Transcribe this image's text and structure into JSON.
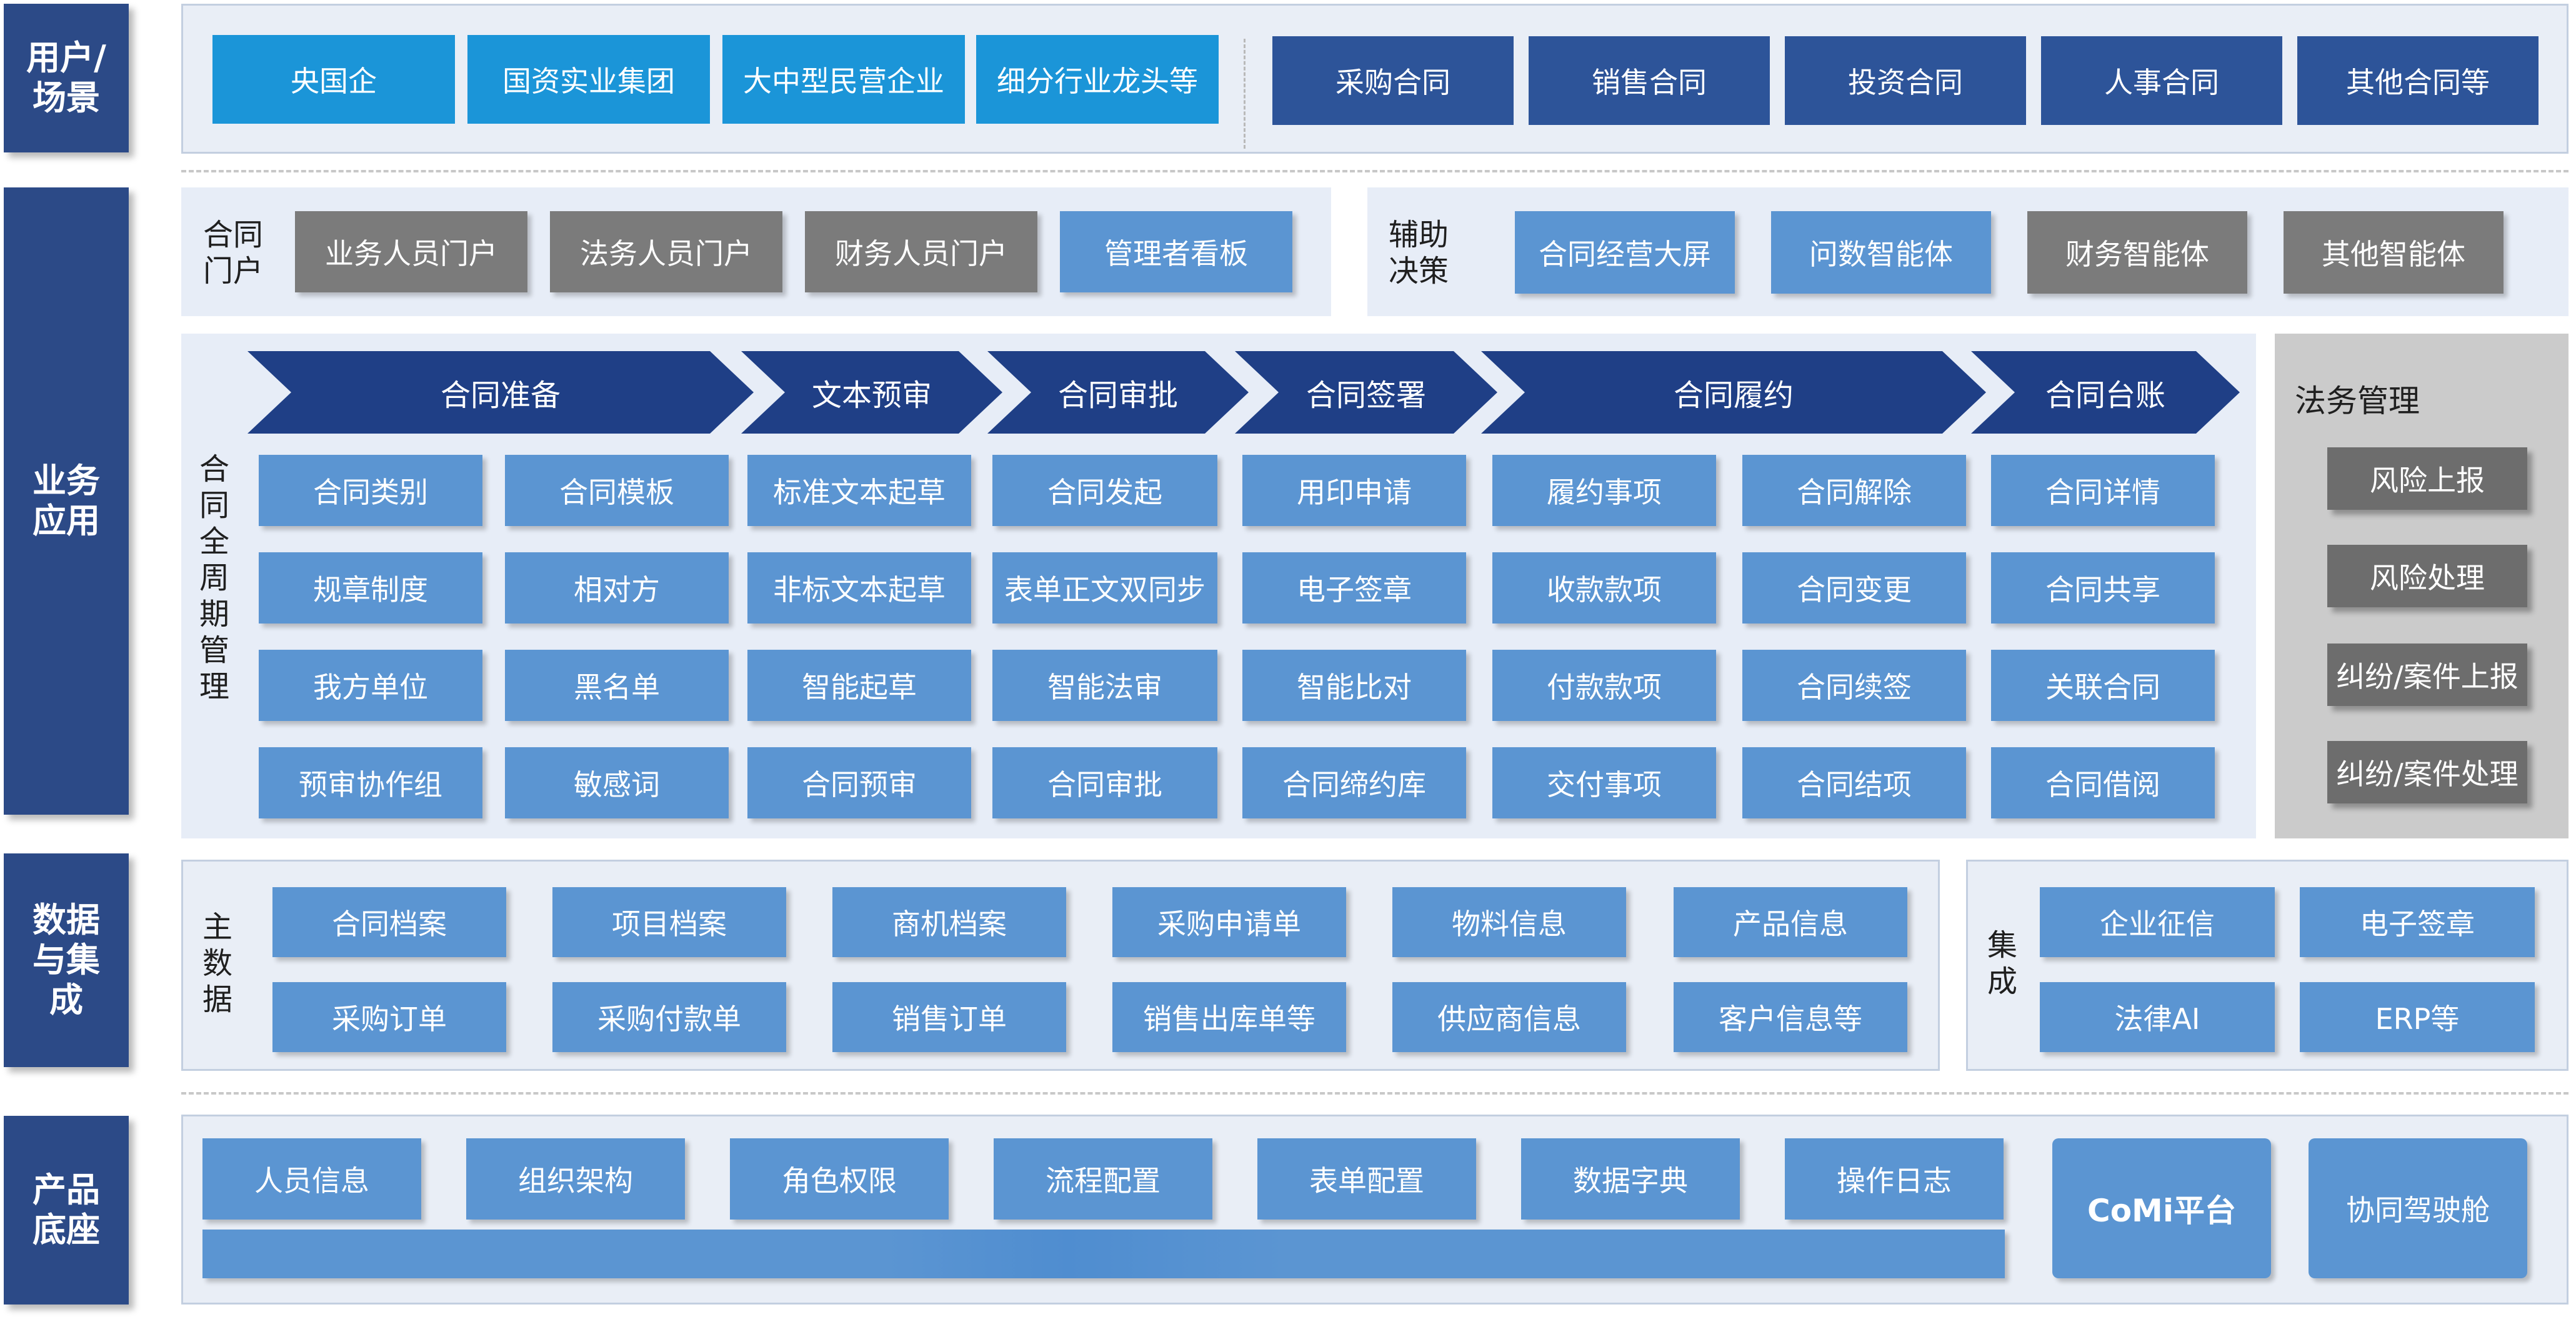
{
  "colors": {
    "side_label": "#2c4a87",
    "cyan": "#1b95d8",
    "navy": "#2d5499",
    "blue": "#5b95d2",
    "gray": "#7b7b7b",
    "arrow": "#1f3f86",
    "panel_bg": "#e9eef6"
  },
  "layers": {
    "users": "用户/场景",
    "business": "业务应用",
    "data": "数据与集成",
    "base": "产品底座"
  },
  "users": {
    "orgs": [
      "央国企",
      "国资实业集团",
      "大中型民营企业",
      "细分行业龙头等"
    ],
    "contracts": [
      "采购合同",
      "销售合同",
      "投资合同",
      "人事合同",
      "其他合同等"
    ]
  },
  "portal": {
    "label": "合同门户",
    "items": [
      "业务人员门户",
      "法务人员门户",
      "财务人员门户",
      "管理者看板"
    ]
  },
  "decision": {
    "label": "辅助决策",
    "items": [
      "合同经营大屏",
      "问数智能体",
      "财务智能体",
      "其他智能体"
    ]
  },
  "lifecycle": {
    "label": "合同全周期管理",
    "stages": [
      "合同准备",
      "文本预审",
      "合同审批",
      "合同签署",
      "合同履约",
      "合同台账"
    ],
    "columns": [
      [
        "合同类别",
        "规章制度",
        "我方单位",
        "预审协作组"
      ],
      [
        "合同模板",
        "相对方",
        "黑名单",
        "敏感词"
      ],
      [
        "标准文本起草",
        "非标文本起草",
        "智能起草",
        "合同预审"
      ],
      [
        "合同发起",
        "表单正文双同步",
        "智能法审",
        "合同审批"
      ],
      [
        "用印申请",
        "电子签章",
        "智能比对",
        "合同缔约库"
      ],
      [
        "履约事项",
        "收款款项",
        "付款款项",
        "交付事项"
      ],
      [
        "合同解除",
        "合同变更",
        "合同续签",
        "合同结项"
      ],
      [
        "合同详情",
        "合同共享",
        "关联合同",
        "合同借阅"
      ]
    ]
  },
  "legal": {
    "title": "法务管理",
    "items": [
      "风险上报",
      "风险处理",
      "纠纷/案件上报",
      "纠纷/案件处理"
    ]
  },
  "master_data": {
    "label": "主数据",
    "row1": [
      "合同档案",
      "项目档案",
      "商机档案",
      "采购申请单",
      "物料信息",
      "产品信息"
    ],
    "row2": [
      "采购订单",
      "采购付款单",
      "销售订单",
      "销售出库单等",
      "供应商信息",
      "客户信息等"
    ]
  },
  "integration": {
    "label": "集成",
    "items": [
      "企业征信",
      "电子签章",
      "法律AI",
      "ERP等"
    ]
  },
  "base": {
    "items": [
      "人员信息",
      "组织架构",
      "角色权限",
      "流程配置",
      "表单配置",
      "数据字典",
      "操作日志"
    ],
    "platform": "CoMi平台",
    "cockpit": "协同驾驶舱"
  }
}
